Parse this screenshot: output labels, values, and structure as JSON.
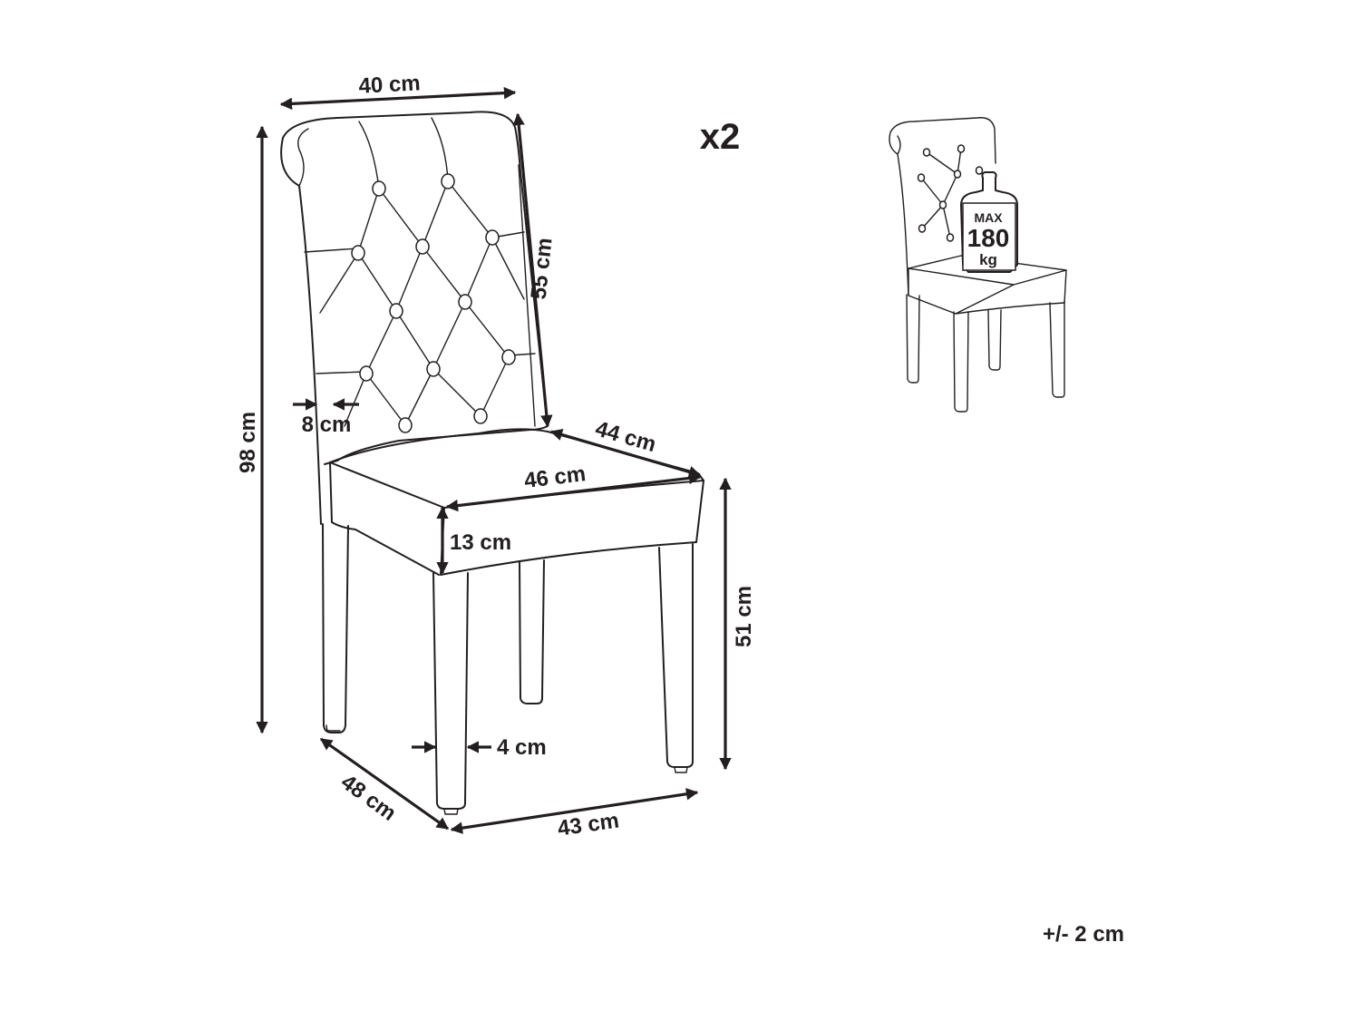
{
  "dimensions": {
    "back_width": "40 cm",
    "total_height": "98 cm",
    "back_height": "55 cm",
    "back_thickness": "8 cm",
    "seat_depth": "44 cm",
    "seat_width": "46 cm",
    "seat_thickness": "13 cm",
    "seat_height": "51 cm",
    "leg_width": "4 cm",
    "base_depth": "48 cm",
    "base_width": "43 cm"
  },
  "quantity": "x2",
  "load_badge": {
    "line1": "MAX",
    "line2": "180",
    "line3": "kg"
  },
  "tolerance": "+/- 2 cm"
}
